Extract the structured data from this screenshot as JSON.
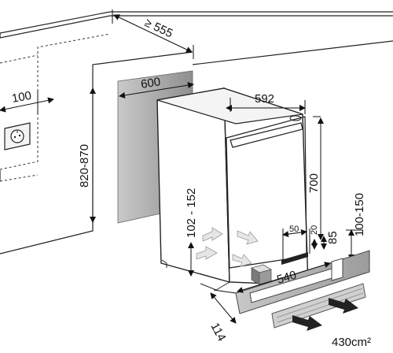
{
  "diagram": {
    "dims": {
      "depth_min": "≥ 555",
      "niche_width": "600",
      "socket_offset": "100",
      "niche_height": "820-870",
      "appliance_width": "592",
      "appliance_height": "700",
      "feet_range": "102 - 152",
      "vent_offset": "50",
      "vent_gap": "20",
      "plinth_offset": "85",
      "plinth_height": "100-150",
      "plinth_depth": "540",
      "plinth_setback": "114",
      "vent_area": "430cm²"
    },
    "icons": [
      "power-socket-icon",
      "airflow-arrow-icon"
    ]
  }
}
